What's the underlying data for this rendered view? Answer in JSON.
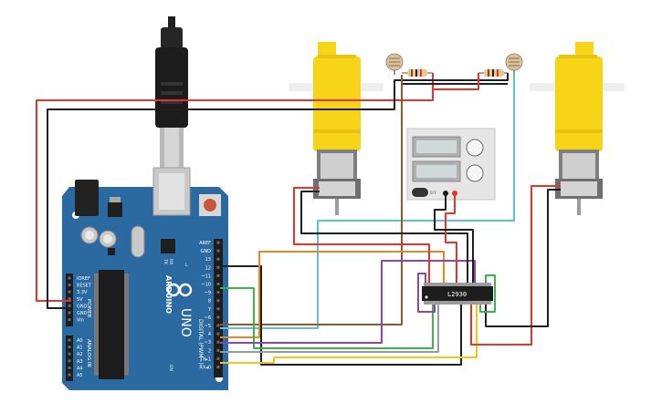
{
  "board": {
    "brand": "ARDUINO",
    "model": "UNO",
    "on_label": "ON",
    "digital_label": "DIGITAL (PWM~)",
    "power_label": "POWER",
    "analog_label": "ANALOG IN",
    "tx_label": "TX",
    "rx_label": "RX",
    "l_label": "L",
    "power_pins": [
      "IOREF",
      "RESET",
      "3.3V",
      "5V",
      "GND",
      "GND",
      "Vin"
    ],
    "analog_pins": [
      "A0",
      "A1",
      "A2",
      "A3",
      "A4",
      "A5"
    ],
    "digital_pins": [
      "AREF",
      "GND",
      "13",
      "12",
      "~11",
      "~10",
      "~9",
      "8",
      "7",
      "~6",
      "~5",
      "4",
      "~3",
      "2",
      "TX▸1",
      "RX◂0"
    ]
  },
  "chip": {
    "label": "L2930"
  },
  "psu": {
    "off_label": "OFF"
  },
  "colors": {
    "red": "#e8322c",
    "black": "#1f1f1f",
    "orange": "#e28a1e",
    "brown": "#8a5a2b",
    "cyan": "#5cc3d6",
    "green": "#39b54a",
    "purple": "#8e44ad",
    "yellow": "#f5c518",
    "gray": "#9a9a9a",
    "board_blue": "#2a6aa0",
    "motor_yellow": "#f7d417"
  }
}
